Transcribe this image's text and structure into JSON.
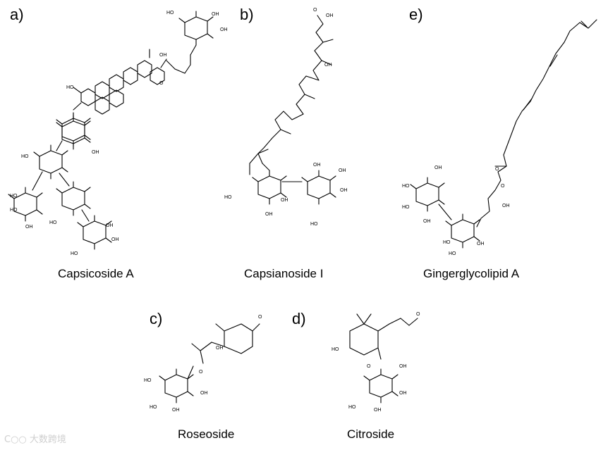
{
  "panels": [
    {
      "letter": "a)",
      "name": "Capsicoside A"
    },
    {
      "letter": "b)",
      "name": "Capsianoside I"
    },
    {
      "letter": "e)",
      "name": "Gingerglycolipid A"
    },
    {
      "letter": "c)",
      "name": "Roseoside"
    },
    {
      "letter": "d)",
      "name": "Citroside"
    }
  ],
  "atoms": {
    "oh": "OH",
    "ho": "HO",
    "o": "O",
    "cooh": "OH"
  },
  "watermark": "大数跨境"
}
